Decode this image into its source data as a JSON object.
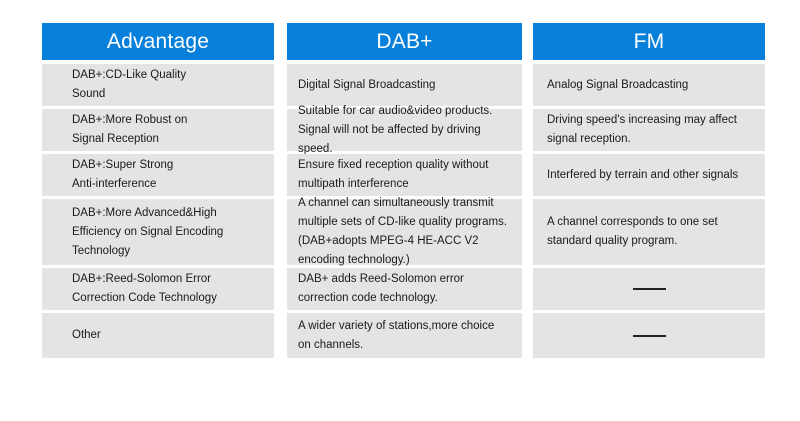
{
  "table": {
    "columns": [
      {
        "key": "advantage",
        "header": "Advantage",
        "cells": [
          {
            "lines": [
              "DAB+:CD-Like Quality",
              "Sound"
            ]
          },
          {
            "lines": [
              "DAB+:More Robust on",
              "Signal Reception"
            ]
          },
          {
            "lines": [
              "DAB+:Super Strong",
              "Anti-interference"
            ]
          },
          {
            "lines": [
              "DAB+:More Advanced&High",
              "Efficiency on Signal Encoding",
              "Technology"
            ]
          },
          {
            "lines": [
              "DAB+:Reed-Solomon Error",
              "Correction Code Technology"
            ]
          },
          {
            "lines": [
              "Other"
            ]
          }
        ]
      },
      {
        "key": "dab-plus",
        "header": "DAB+",
        "cells": [
          {
            "lines": [
              "Digital Signal Broadcasting"
            ]
          },
          {
            "lines": [
              "Suitable for car audio&video products.",
              "Signal will not be affected by driving",
              "speed."
            ]
          },
          {
            "lines": [
              "Ensure fixed reception quality without",
              "multipath interference"
            ]
          },
          {
            "lines": [
              "A channel can simultaneously transmit",
              "multiple sets of CD-like quality programs.",
              "(DAB+adopts MPEG-4 HE-ACC V2",
              "encoding technology.)"
            ]
          },
          {
            "lines": [
              "DAB+ adds Reed-Solomon error",
              "correction code technology."
            ]
          },
          {
            "lines": [
              "A wider variety of stations,more choice",
              "on channels."
            ]
          }
        ]
      },
      {
        "key": "fm",
        "header": "FM",
        "cells": [
          {
            "lines": [
              "Analog Signal Broadcasting"
            ]
          },
          {
            "lines": [
              "Driving speed's increasing may affect",
              "signal reception."
            ]
          },
          {
            "lines": [
              "Interfered by terrain and other signals"
            ]
          },
          {
            "lines": [
              "A channel corresponds to one set",
              "standard quality program."
            ]
          },
          {
            "dash": true,
            "lines": []
          },
          {
            "dash": true,
            "lines": []
          }
        ]
      }
    ]
  },
  "colors": {
    "header_blue": "#0780DC",
    "cell_gray": "#E4E4E4",
    "page_background": "#FFFFFF",
    "text": "#1A1A1A",
    "dash": "#222222"
  }
}
